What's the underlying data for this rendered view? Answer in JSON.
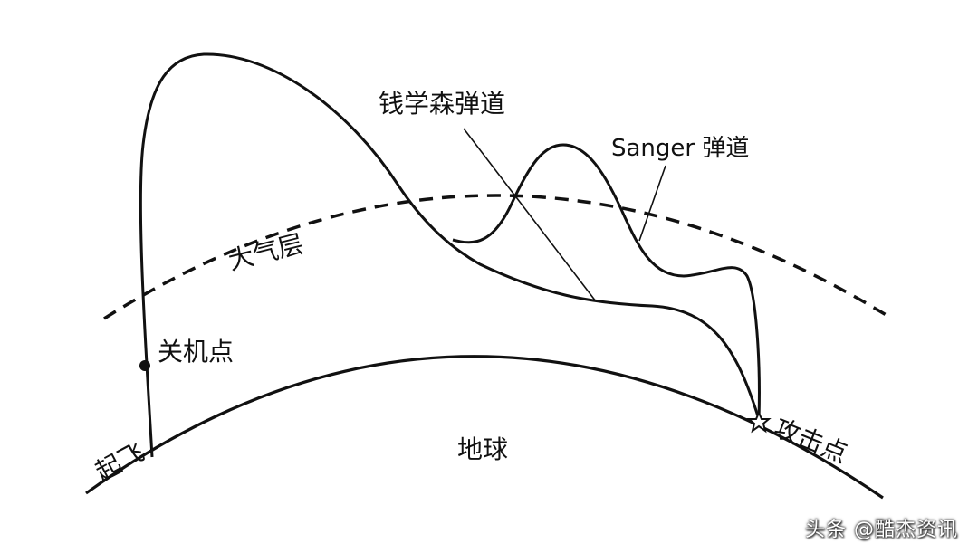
{
  "labels": {
    "qian_trajectory": "钱学森弹道",
    "sanger_trajectory": "Sanger 弹道",
    "atmosphere": "大气层",
    "engine_cutoff": "关机点",
    "takeoff": "起飞",
    "earth": "地球",
    "strike_point": "攻击点"
  },
  "watermark": "头条 @酷杰资讯",
  "colors": {
    "line": "#111111",
    "background": "#ffffff"
  }
}
